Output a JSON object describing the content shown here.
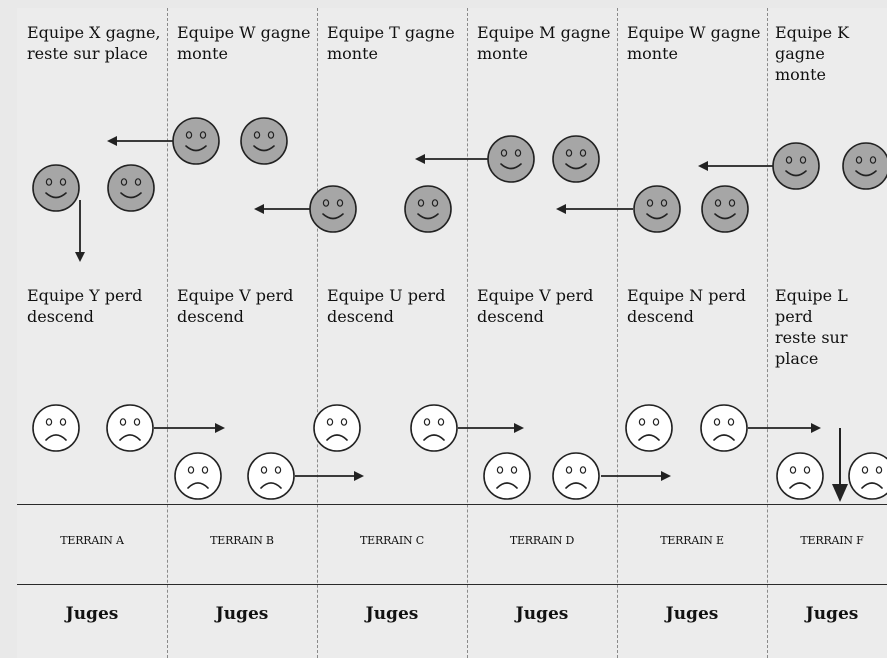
{
  "columns": [
    {
      "winner": "Equipe X gagne,\nreste sur place",
      "loser": "Equipe Y perd\ndescend",
      "terrain": "TERRAIN A",
      "judges": "Juges"
    },
    {
      "winner": "Equipe W gagne\nmonte",
      "loser": "Equipe V perd\ndescend",
      "terrain": "TERRAIN B",
      "judges": "Juges"
    },
    {
      "winner": "Equipe T gagne\nmonte",
      "loser": "Equipe U perd\ndescend",
      "terrain": "TERRAIN C",
      "judges": "Juges"
    },
    {
      "winner": "Equipe M gagne\nmonte",
      "loser": "Equipe V perd\ndescend",
      "terrain": "TERRAIN D",
      "judges": "Juges"
    },
    {
      "winner": "Equipe W gagne\nmonte",
      "loser": "Equipe N perd\ndescend",
      "terrain": "TERRAIN E",
      "judges": "Juges"
    },
    {
      "winner": "Equipe K gagne\nmonte",
      "loser": "Equipe L perd\nreste sur place",
      "terrain": "TERRAIN F",
      "judges": "Juges"
    }
  ],
  "colors": {
    "happy_fill": "#a6a6a6",
    "sad_fill": "#ffffff",
    "ink": "#222222"
  }
}
